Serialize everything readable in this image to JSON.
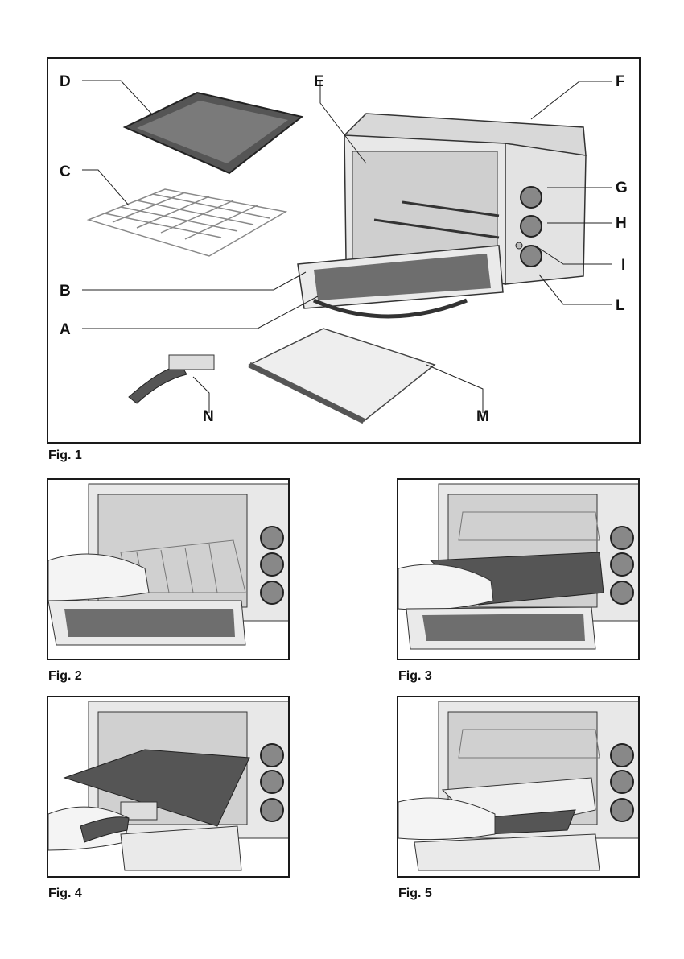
{
  "figure1": {
    "caption": "Fig. 1",
    "labels": {
      "A": "A",
      "B": "B",
      "C": "C",
      "D": "D",
      "E": "E",
      "F": "F",
      "G": "G",
      "H": "H",
      "I": "I",
      "L": "L",
      "M": "M",
      "N": "N"
    }
  },
  "figure2": {
    "caption": "Fig. 2"
  },
  "figure3": {
    "caption": "Fig. 3"
  },
  "figure4": {
    "caption": "Fig. 4"
  },
  "figure5": {
    "caption": "Fig. 5"
  },
  "colors": {
    "frame": "#1a1a1a",
    "oven_body": "#e6e6e6",
    "oven_shadow": "#bdbdbd",
    "tray": "#6b6b6b",
    "rack": "#999999",
    "glass": "#f2f2f2"
  }
}
